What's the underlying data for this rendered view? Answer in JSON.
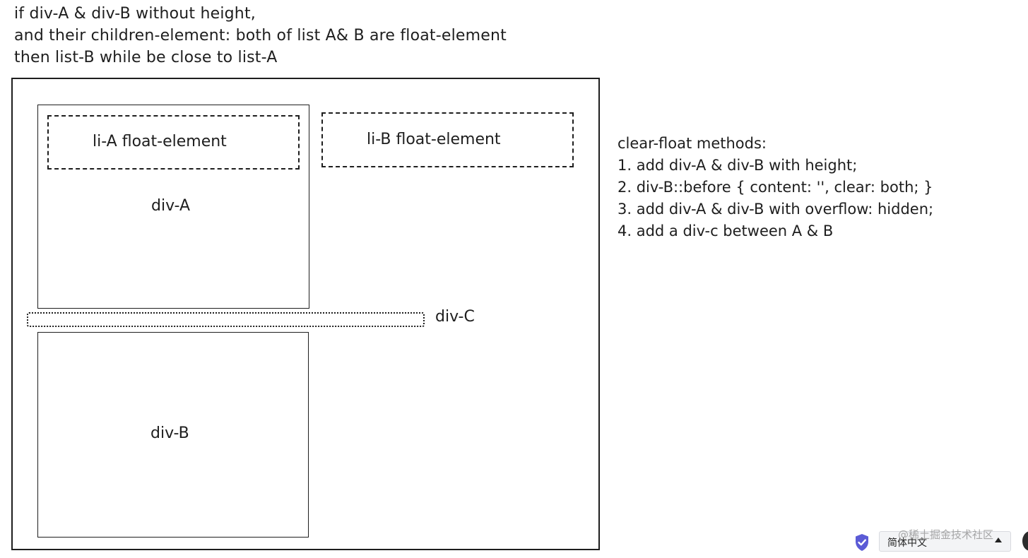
{
  "intro": {
    "lines": [
      "if div-A & div-B without height,",
      "and their children-element: both of list A& B are float-element",
      "then list-B while be close to list-A"
    ]
  },
  "diagram": {
    "li_a_label": "li-A  float-element",
    "li_b_label": "li-B  float-element",
    "div_a_label": "div-A",
    "div_b_label": "div-B",
    "div_c_label": "div-C"
  },
  "methods": {
    "lines": [
      "clear-float methods:",
      "1. add div-A & div-B with height;",
      "2. div-B::before { content: '', clear: both; }",
      "3. add div-A & div-B with overflow: hidden;",
      "4. add a div-c between A & B"
    ]
  },
  "footer": {
    "shield_icon": "shield-check-icon",
    "language_value": "简体中文",
    "watermark": "@稀土掘金技术社区",
    "colors": {
      "shield": "#5b5bd6"
    }
  }
}
